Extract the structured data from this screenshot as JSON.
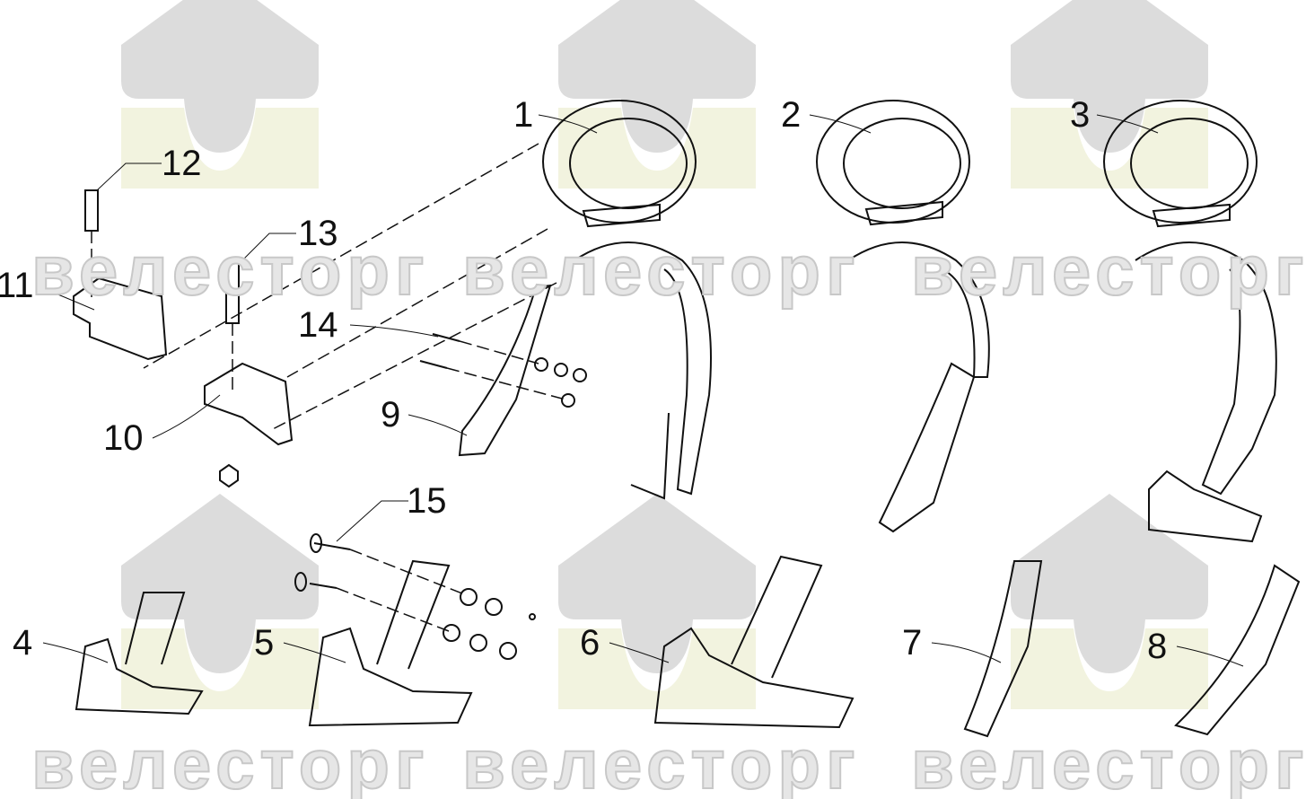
{
  "watermark": {
    "text": "велесторг",
    "color_fill": "#dcdcdc",
    "color_base": "#f2f3df"
  },
  "labels": [
    "1",
    "2",
    "3",
    "4",
    "5",
    "6",
    "7",
    "8",
    "9",
    "10",
    "11",
    "12",
    "13",
    "14",
    "15"
  ]
}
